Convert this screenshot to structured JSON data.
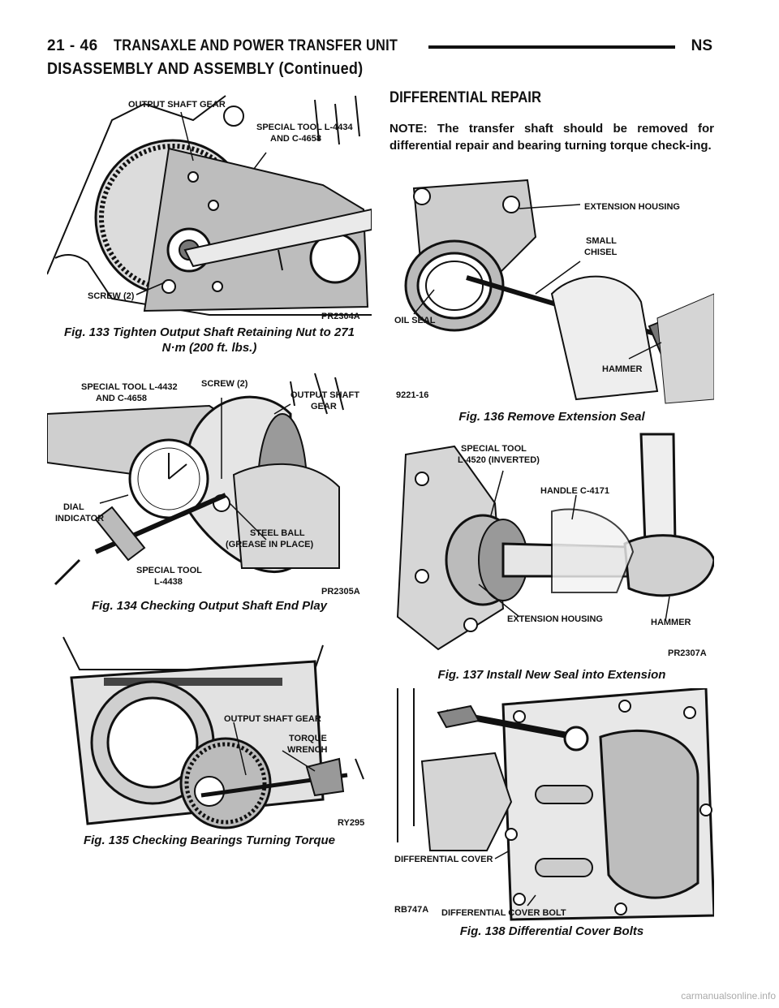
{
  "header": {
    "page_number": "21 - 46",
    "section_title": "TRANSAXLE AND POWER TRANSFER UNIT",
    "model_code": "NS"
  },
  "continued_heading": "DISASSEMBLY AND ASSEMBLY (Continued)",
  "right_section": {
    "title": "DIFFERENTIAL REPAIR",
    "note": "NOTE: The transfer shaft should be removed for differential repair and bearing turning torque check-ing."
  },
  "figures": {
    "fig133": {
      "caption_line1": "Fig. 133 Tighten Output Shaft Retaining Nut to 271",
      "caption_line2": "N·m (200 ft. lbs.)",
      "code": "PR2304A",
      "labels": {
        "gear": "OUTPUT SHAFT GEAR",
        "tool1": "SPECIAL TOOL L-4434",
        "tool2": "AND C-4658",
        "screw": "SCREW (2)"
      }
    },
    "fig134": {
      "caption": "Fig. 134 Checking Output Shaft End Play",
      "code": "PR2305A",
      "labels": {
        "tool1": "SPECIAL TOOL L-4432",
        "tool2": "AND C-4658",
        "screw": "SCREW (2)",
        "gear1": "OUTPUT SHAFT",
        "gear2": "GEAR",
        "dial1": "DIAL",
        "dial2": "INDICATOR",
        "ball1": "STEEL BALL",
        "ball2": "(GREASE IN PLACE)",
        "tool3": "SPECIAL TOOL",
        "tool4": "L-4438"
      }
    },
    "fig135": {
      "caption": "Fig. 135 Checking Bearings Turning Torque",
      "code": "RY295",
      "labels": {
        "gear": "OUTPUT SHAFT GEAR",
        "torque1": "TORQUE",
        "torque2": "WRENCH"
      }
    },
    "fig136": {
      "caption": "Fig. 136 Remove Extension Seal",
      "code": "9221-16",
      "labels": {
        "housing": "EXTENSION HOUSING",
        "chisel1": "SMALL",
        "chisel2": "CHISEL",
        "seal": "OIL SEAL",
        "hammer": "HAMMER"
      }
    },
    "fig137": {
      "caption": "Fig. 137 Install New Seal into Extension",
      "code": "PR2307A",
      "labels": {
        "tool1": "SPECIAL TOOL",
        "tool2": "L-4520 (INVERTED)",
        "handle": "HANDLE C-4171",
        "housing": "EXTENSION HOUSING",
        "hammer": "HAMMER"
      }
    },
    "fig138": {
      "caption": "Fig. 138 Differential Cover Bolts",
      "code": "RB747A",
      "labels": {
        "cover": "DIFFERENTIAL COVER",
        "bolt": "DIFFERENTIAL COVER BOLT"
      }
    }
  },
  "watermark": "carmanualsonline.info"
}
